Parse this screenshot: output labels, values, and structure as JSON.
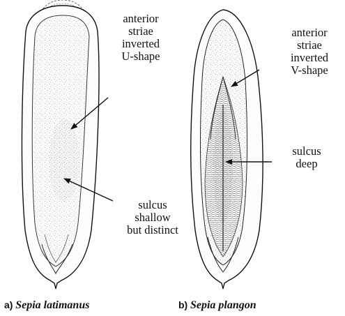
{
  "panels": [
    {
      "letter": "a)",
      "species": "Sepia latimanus",
      "annotations": [
        {
          "lines": [
            "anterior",
            "striae",
            "inverted",
            "U-shape"
          ]
        },
        {
          "lines": [
            "sulcus",
            "shallow",
            "but distinct"
          ]
        }
      ]
    },
    {
      "letter": "b)",
      "species": "Sepia plangon",
      "annotations": [
        {
          "lines": [
            "anterior",
            "striae",
            "inverted",
            "V-shape"
          ]
        },
        {
          "lines": [
            "sulcus",
            "deep"
          ]
        }
      ]
    }
  ]
}
